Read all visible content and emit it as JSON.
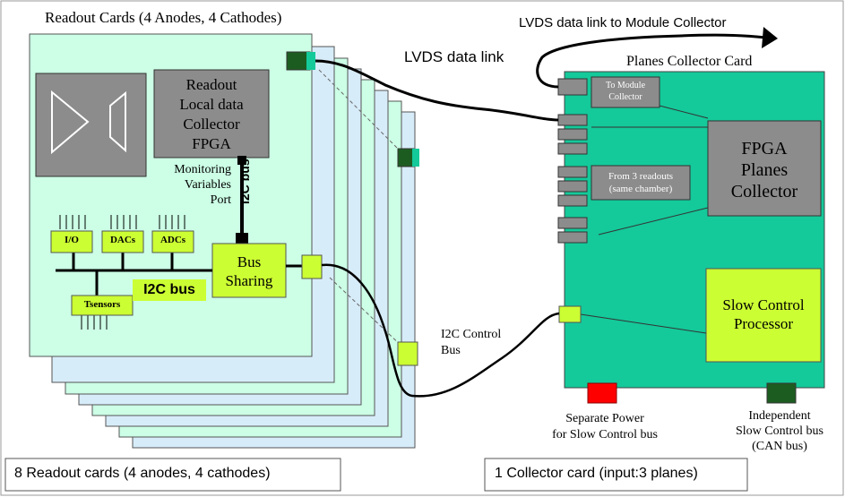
{
  "title": "Readout Cards (4 Anodes, 4 Cathodes)",
  "lvds_module_link": "LVDS data link to Module Collector",
  "lvds_link": "LVDS data link",
  "planes_collector_title": "Planes Collector Card",
  "readout_fpga": [
    "Readout",
    "Local data",
    "Collector",
    "FPGA"
  ],
  "monitoring_port": [
    "Monitoring",
    "Variables",
    "Port"
  ],
  "i2c_bus_vertical": "I2C bus",
  "i2c_bus": "I2C bus",
  "bus_sharing": [
    "Bus",
    "Sharing"
  ],
  "chips": {
    "io": "I/O",
    "dacs": "DACs",
    "adcs": "ADCs",
    "tsensors": "Tsensors"
  },
  "i2c_control_bus": [
    "I2C Control",
    "Bus"
  ],
  "to_module_collector": [
    "To Module",
    "Collector"
  ],
  "from_readouts": [
    "From 3 readouts",
    "(same chamber)"
  ],
  "fpga_planes": [
    "FPGA",
    "Planes",
    "Collector"
  ],
  "slow_control": [
    "Slow Control",
    "Processor"
  ],
  "separate_power": [
    "Separate Power",
    "for Slow Control bus"
  ],
  "independent_bus": [
    "Independent",
    "Slow Control bus",
    "(CAN bus)"
  ],
  "footer_left": "8 Readout cards (4 anodes, 4 cathodes)",
  "footer_right": "1 Collector card (input:3 planes)",
  "colors": {
    "card_green": "#ccffe6",
    "card_blue": "#d7ecf9",
    "collector_green": "#14c99a",
    "gray_block": "#8c8c8c",
    "chip_yellow": "#ccff33",
    "connector_dark": "#1d5c21",
    "power_red": "#ff0000"
  }
}
